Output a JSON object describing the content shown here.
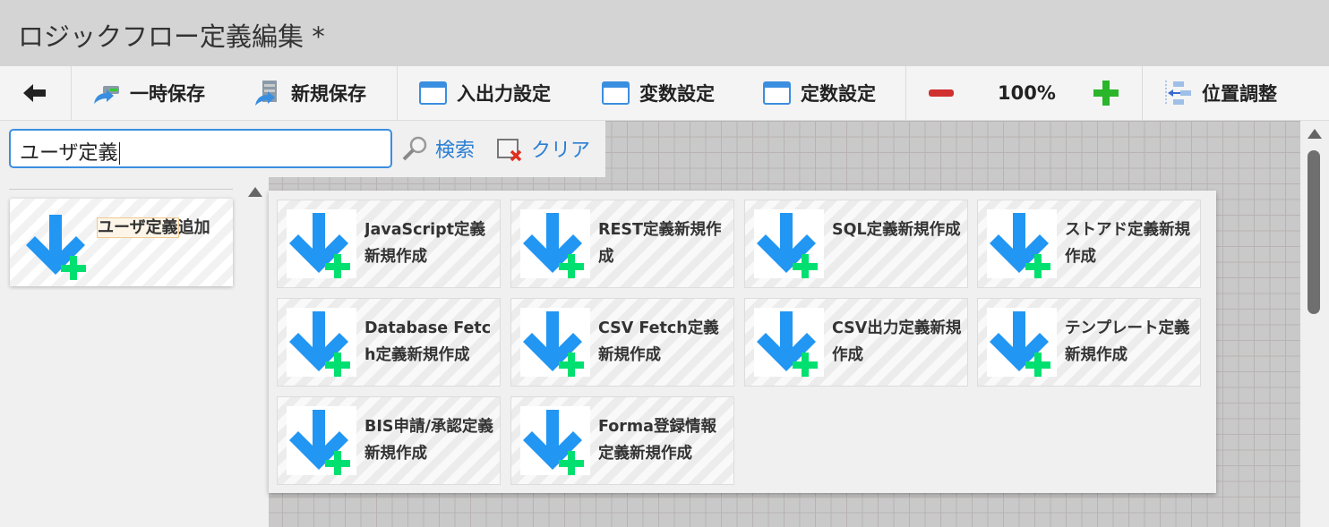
{
  "title": "ロジックフロー定義編集  *",
  "toolbar": {
    "temp_save": "一時保存",
    "new_save": "新規保存",
    "io_settings": "入出力設定",
    "var_settings": "変数設定",
    "const_settings": "定数設定",
    "zoom": "100%",
    "align": "位置調整"
  },
  "search": {
    "value": "ユーザ定義",
    "search_label": "検索",
    "clear_label": "クリア"
  },
  "left_items": [
    {
      "highlight": "ユーザ定義",
      "rest": "追加"
    }
  ],
  "colors": {
    "arrow": "#2196f3",
    "plus": "#00e070",
    "accent": "#3b8ee0"
  },
  "cards": [
    {
      "label": "JavaScript定義新規作成"
    },
    {
      "label": "REST定義新規作成"
    },
    {
      "label": "SQL定義新規作成"
    },
    {
      "label": "ストアド定義新規作成"
    },
    {
      "label": "Database Fetch定義新規作成"
    },
    {
      "label": "CSV Fetch定義新規作成"
    },
    {
      "label": "CSV出力定義新規作成"
    },
    {
      "label": "テンプレート定義新規作成"
    },
    {
      "label": "BIS申請/承認定義新規作成"
    },
    {
      "label": "Forma登録情報定義新規作成"
    }
  ]
}
